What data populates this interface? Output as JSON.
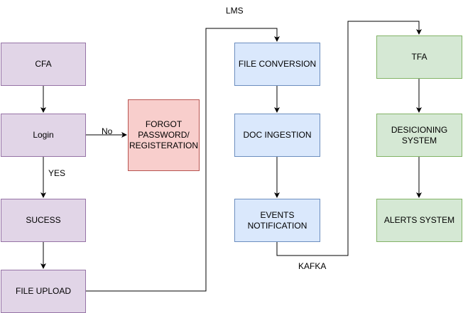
{
  "colors": {
    "purple_fill": "#e1d5e7",
    "purple_stroke": "#9673a6",
    "red_fill": "#f8cecc",
    "red_stroke": "#b85450",
    "blue_fill": "#dae8fc",
    "blue_stroke": "#6c8ebf",
    "green_fill": "#d5e8d4",
    "green_stroke": "#82b366",
    "edge": "#000000"
  },
  "nodes": {
    "cfa": "CFA",
    "login": "Login",
    "forgot": "FORGOT\nPASSWORD/\nREGISTERATION",
    "sucess": "SUCESS",
    "file_upload": "FILE UPLOAD",
    "file_conversion": "FILE CONVERSION",
    "doc_ingestion": "DOC INGESTION",
    "events_notification": "EVENTS\nNOTIFICATION",
    "tfa": "TFA",
    "desicioning_system": "DESICIONING\nSYSTEM",
    "alerts_system": "ALERTS SYSTEM"
  },
  "edge_labels": {
    "no": "No",
    "yes": "YES",
    "lms": "LMS",
    "kafka": "KAFKA"
  }
}
